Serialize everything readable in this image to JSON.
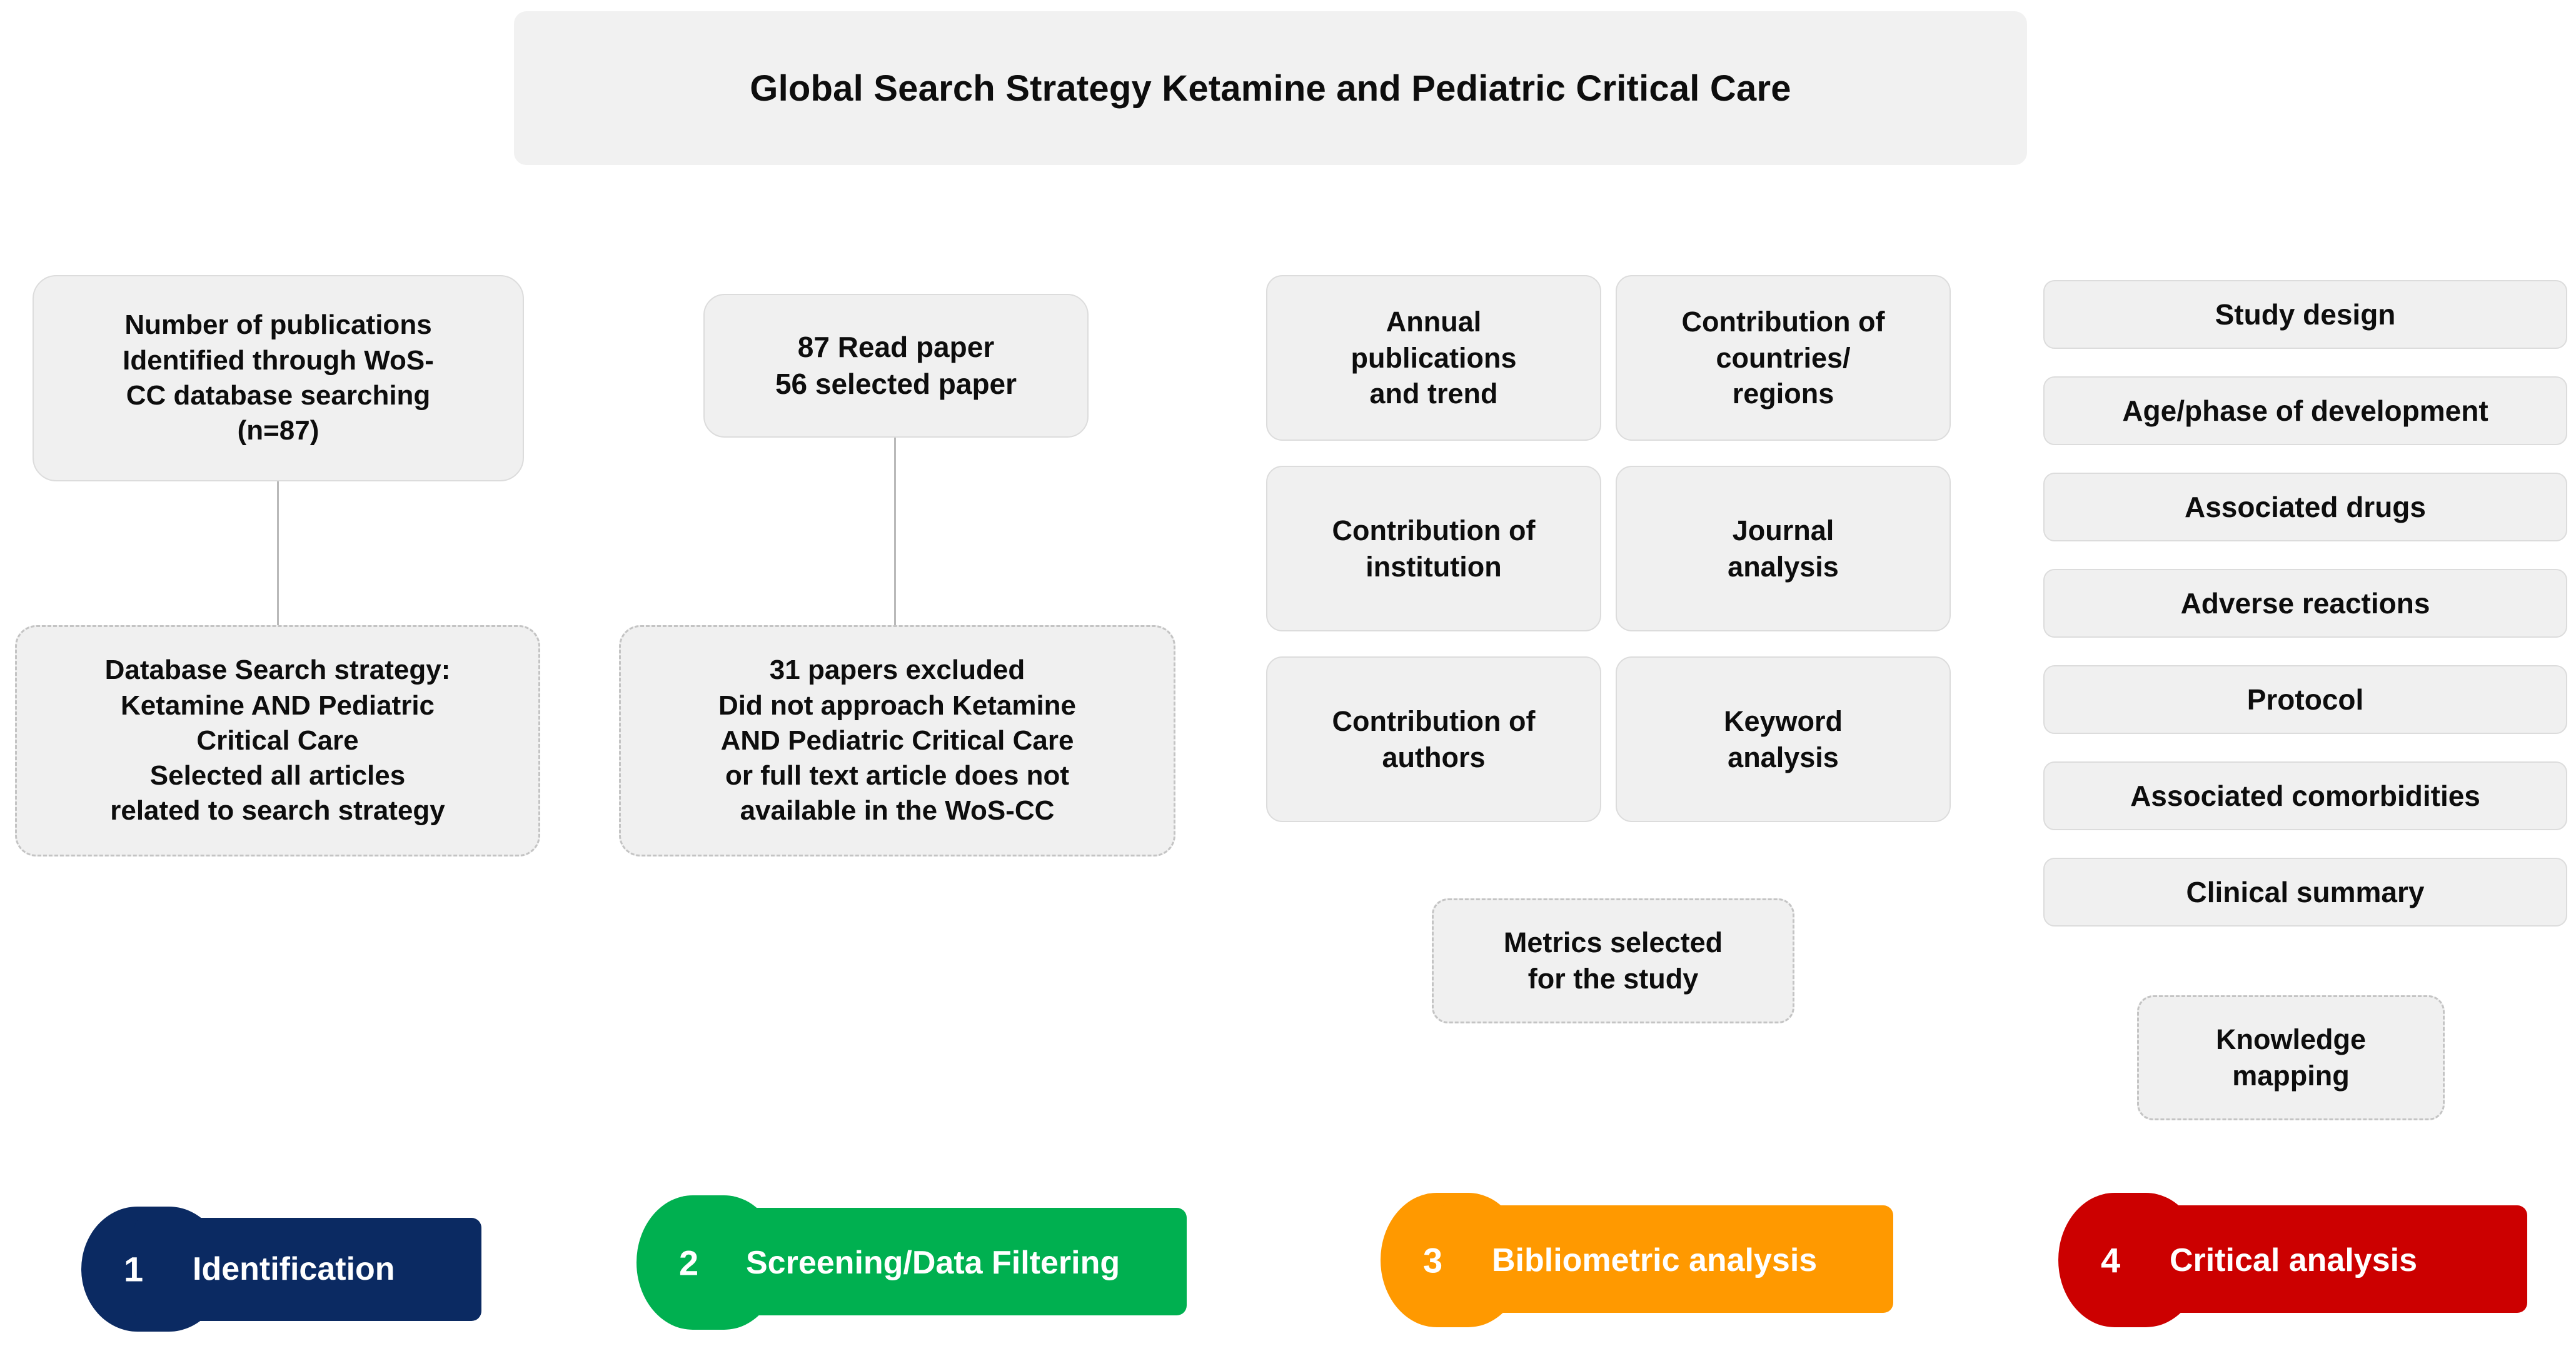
{
  "header": {
    "title": "Global Search Strategy Ketamine and Pediatric Critical Care",
    "background_color": "#f1f1f1"
  },
  "columns": [
    {
      "id": "identification",
      "nodes": [
        {
          "name": "publications-identified-box",
          "style": "solid",
          "text": "Number of publications\nIdentified through WoS-\nCC database searching\n(n=87)"
        },
        {
          "name": "database-search-strategy-box",
          "style": "dashed",
          "text": "Database Search strategy:\nKetamine AND Pediatric\nCritical Care\nSelected all articles\nrelated to search  strategy"
        }
      ]
    },
    {
      "id": "screening",
      "nodes": [
        {
          "name": "read-selected-paper-box",
          "style": "solid",
          "text": "87 Read paper\n56 selected paper"
        },
        {
          "name": "papers-excluded-box",
          "style": "dashed",
          "text": "31 papers excluded\nDid not approach Ketamine\nAND Pediatric Critical Care\nor full text article does not\navailable in the WoS-CC"
        }
      ]
    },
    {
      "id": "bibliometric",
      "nodes": [
        {
          "name": "annual-publications-box",
          "style": "solid",
          "text": "Annual\npublications\nand trend"
        },
        {
          "name": "contribution-countries-box",
          "style": "solid",
          "text": "Contribution of\ncountries/\nregions"
        },
        {
          "name": "contribution-institution-box",
          "style": "solid",
          "text": "Contribution of\ninstitution"
        },
        {
          "name": "journal-analysis-box",
          "style": "solid",
          "text": "Journal\nanalysis"
        },
        {
          "name": "contribution-authors-box",
          "style": "solid",
          "text": "Contribution of\nauthors"
        },
        {
          "name": "keyword-analysis-box",
          "style": "solid",
          "text": "Keyword\nanalysis"
        },
        {
          "name": "metrics-selected-box",
          "style": "dashed",
          "text": "Metrics selected\nfor the study"
        }
      ]
    },
    {
      "id": "critical",
      "nodes": [
        {
          "name": "study-design-box",
          "style": "solid",
          "text": "Study design"
        },
        {
          "name": "age-phase-development-box",
          "style": "solid",
          "text": "Age/phase of development"
        },
        {
          "name": "associated-drugs-box",
          "style": "solid",
          "text": "Associated drugs"
        },
        {
          "name": "adverse-reactions-box",
          "style": "solid",
          "text": "Adverse reactions"
        },
        {
          "name": "protocol-box",
          "style": "solid",
          "text": "Protocol"
        },
        {
          "name": "associated-comorbidities-box",
          "style": "solid",
          "text": "Associated comorbidities"
        },
        {
          "name": "clinical-summary-box",
          "style": "solid",
          "text": "Clinical summary"
        },
        {
          "name": "knowledge-mapping-box",
          "style": "dashed",
          "text": "Knowledge\nmapping"
        }
      ]
    }
  ],
  "stages": [
    {
      "number": "1",
      "label": "Identification",
      "color": "#0b2a62"
    },
    {
      "number": "2",
      "label": "Screening/Data Filtering",
      "color": "#00b050"
    },
    {
      "number": "3",
      "label": "Bibliometric analysis",
      "color": "#ff9900"
    },
    {
      "number": "4",
      "label": "Critical analysis",
      "color": "#cc0000"
    }
  ]
}
